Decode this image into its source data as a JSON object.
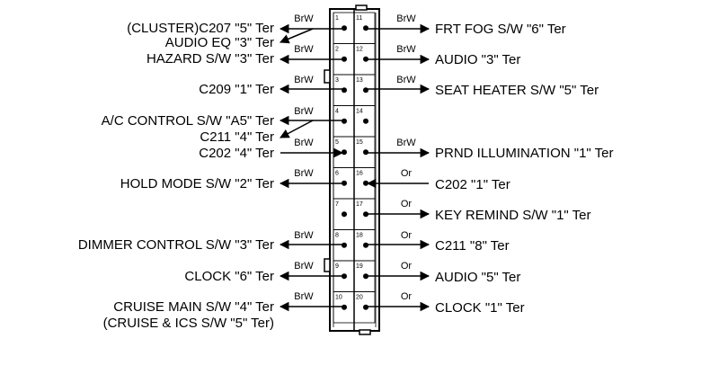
{
  "connector": {
    "left_pins": [
      "1",
      "2",
      "3",
      "4",
      "5",
      "6",
      "7",
      "8",
      "9",
      "10"
    ],
    "right_pins": [
      "11",
      "12",
      "13",
      "14",
      "15",
      "16",
      "17",
      "18",
      "19",
      "20"
    ]
  },
  "left_labels": [
    {
      "text": "(CLUSTER)C207 \"5\" Ter"
    },
    {
      "text": "AUDIO EQ \"3\" Ter"
    },
    {
      "text": "HAZARD S/W \"3\" Ter"
    },
    {
      "text": "C209 \"1\" Ter"
    },
    {
      "text": "A/C CONTROL S/W \"A5\" Ter"
    },
    {
      "text": "C211 \"4\" Ter"
    },
    {
      "text": "C202 \"4\" Ter"
    },
    {
      "text": "HOLD MODE S/W \"2\" Ter"
    },
    {
      "text": "DIMMER CONTROL S/W \"3\" Ter"
    },
    {
      "text": "CLOCK \"6\" Ter"
    },
    {
      "text": "CRUISE MAIN S/W \"4\" Ter"
    },
    {
      "text": "(CRUISE & ICS S/W \"5\" Ter)"
    }
  ],
  "right_labels": [
    {
      "text": "FRT FOG S/W \"6\" Ter"
    },
    {
      "text": "AUDIO \"3\" Ter"
    },
    {
      "text": "SEAT HEATER S/W \"5\" Ter"
    },
    {
      "text": "PRND ILLUMINATION \"1\" Ter"
    },
    {
      "text": "C202 \"1\" Ter"
    },
    {
      "text": "KEY REMIND S/W \"1\" Ter"
    },
    {
      "text": "C211 \"8\" Ter"
    },
    {
      "text": "AUDIO \"5\" Ter"
    },
    {
      "text": "CLOCK \"1\" Ter"
    }
  ],
  "left_wire_colors": [
    "BrW",
    "BrW",
    "BrW",
    "BrW",
    "BrW",
    "BrW",
    "BrW",
    "BrW",
    "BrW"
  ],
  "right_wire_colors": [
    "BrW",
    "BrW",
    "BrW",
    "BrW",
    "Or",
    "Or",
    "Or",
    "Or",
    "Or"
  ]
}
